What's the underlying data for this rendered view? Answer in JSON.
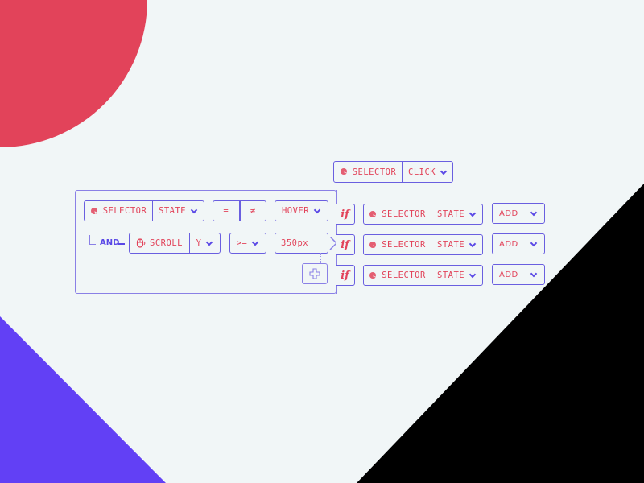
{
  "colors": {
    "background": "#f1f6f7",
    "accent_red": "#e2435a",
    "accent_purple": "#6240f5",
    "border_purple": "#6a5fe0",
    "black": "#000000"
  },
  "trigger": {
    "selector_label": "SELECTOR",
    "selector_icon": "cursor-pointer-icon",
    "event_label": "CLICK"
  },
  "condition_panel": {
    "row1": {
      "selector_label": "SELECTOR",
      "state_label": "STATE",
      "op_equal": "=",
      "op_not_equal": "≠",
      "value_label": "HOVER"
    },
    "row2": {
      "connector": "AND",
      "source_label": "SCROLL",
      "source_icon": "mouse-scroll-icon",
      "axis_label": "Y",
      "operator_label": ">=",
      "value": "350px"
    },
    "add_condition_icon": "plus-icon"
  },
  "rules": [
    {
      "if_label": "if",
      "selector_label": "SELECTOR",
      "state_label": "STATE",
      "action_label": "ADD"
    },
    {
      "if_label": "if",
      "selector_label": "SELECTOR",
      "state_label": "STATE",
      "action_label": "ADD"
    },
    {
      "if_label": "if",
      "selector_label": "SELECTOR",
      "state_label": "STATE",
      "action_label": "ADD"
    }
  ]
}
